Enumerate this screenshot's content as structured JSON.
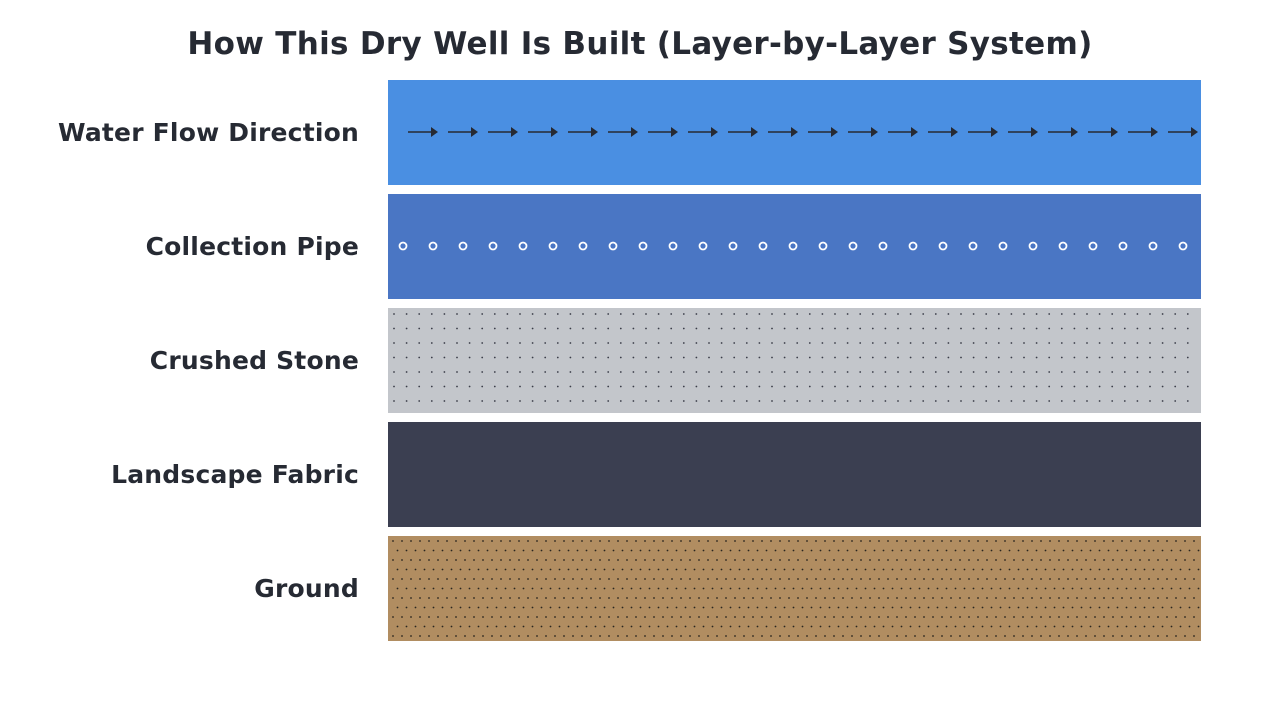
{
  "title": "How This Dry Well Is Built (Layer-by-Layer System)",
  "layers": [
    {
      "id": "water-flow",
      "label": "Water Flow Direction",
      "color": "#4a8fe2",
      "pattern": "arrows",
      "pattern_color": "#262a33",
      "pattern_icon": "arrow-right-icon"
    },
    {
      "id": "collection-pipe",
      "label": "Collection Pipe",
      "color": "#4a76c4",
      "pattern": "rings",
      "pattern_color": "#ffffff",
      "pattern_icon": "pipe-perforation-icon"
    },
    {
      "id": "crushed-stone",
      "label": "Crushed Stone",
      "color": "#c3c6cb",
      "pattern": "dots-sparse",
      "pattern_color": "#3a3d48",
      "pattern_icon": "stone-dot-icon"
    },
    {
      "id": "landscape-fabric",
      "label": "Landscape Fabric",
      "color": "#3b3f51",
      "pattern": "none",
      "pattern_color": "",
      "pattern_icon": ""
    },
    {
      "id": "ground",
      "label": "Ground",
      "color": "#b18d61",
      "pattern": "dots-dense",
      "pattern_color": "#2a2620",
      "pattern_icon": "soil-dot-icon"
    }
  ]
}
